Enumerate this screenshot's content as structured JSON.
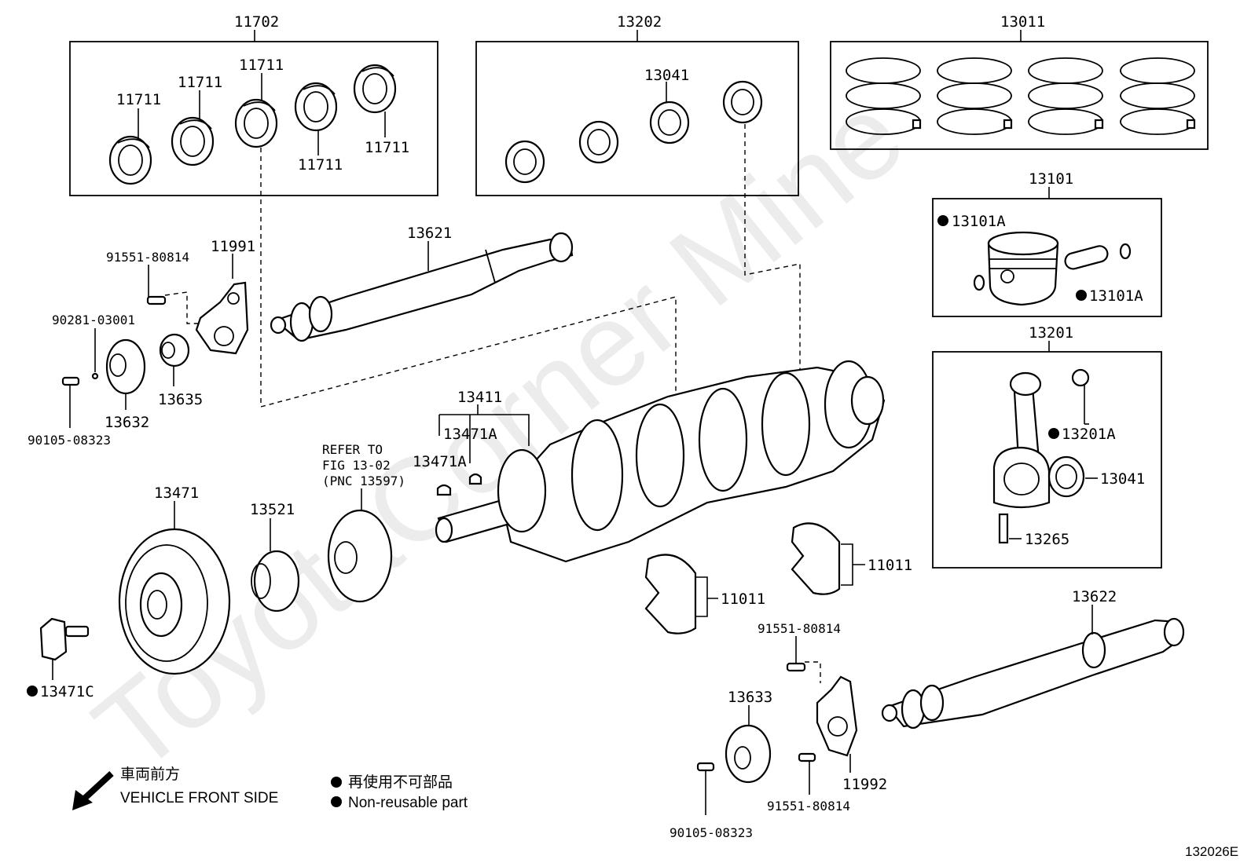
{
  "watermark": "ToyotaCorner Mine",
  "figure_code": "132026E",
  "group_labels": {
    "bearing_set": "11702",
    "conrod_bearing_set": "13202",
    "ring_set": "13011",
    "piston": "13101",
    "conrod": "13201",
    "crankshaft": "13411"
  },
  "part_labels": {
    "b1": "11711",
    "b2": "11711",
    "b3": "11711",
    "b4": "11711",
    "b5": "11711",
    "cb": "13041",
    "piston_a1": "13101A",
    "piston_a2": "13101A",
    "conrod_a": "13201A",
    "conrod_bearing": "13041",
    "conrod_bolt": "13265",
    "balancer_front": "13621",
    "balancer_rear": "13622",
    "bolt_a1": "91551-80814",
    "bolt_a2": "91551-80814",
    "bolt_a3": "91551-80814",
    "plate_front": "11991",
    "plate_rear": "11992",
    "pin": "90281-03001",
    "bolt_b1": "90105-08323",
    "bolt_b2": "90105-08323",
    "gear_front": "13632",
    "gear_rear": "13633",
    "bushing": "13635",
    "key1": "13471A",
    "key2": "13471A",
    "pulley": "13471",
    "pulley_bolt": "13471C",
    "crank_gear": "13521",
    "thrust1": "11011",
    "thrust2": "11011"
  },
  "refer_note": [
    "REFER TO",
    "FIG 13-02",
    "(PNC 13597)"
  ],
  "legend": {
    "direction_jp": "車両前方",
    "direction_en": "VEHICLE FRONT SIDE",
    "nonreusable_jp": "再使用不可部品",
    "nonreusable_en": "Non-reusable part"
  }
}
